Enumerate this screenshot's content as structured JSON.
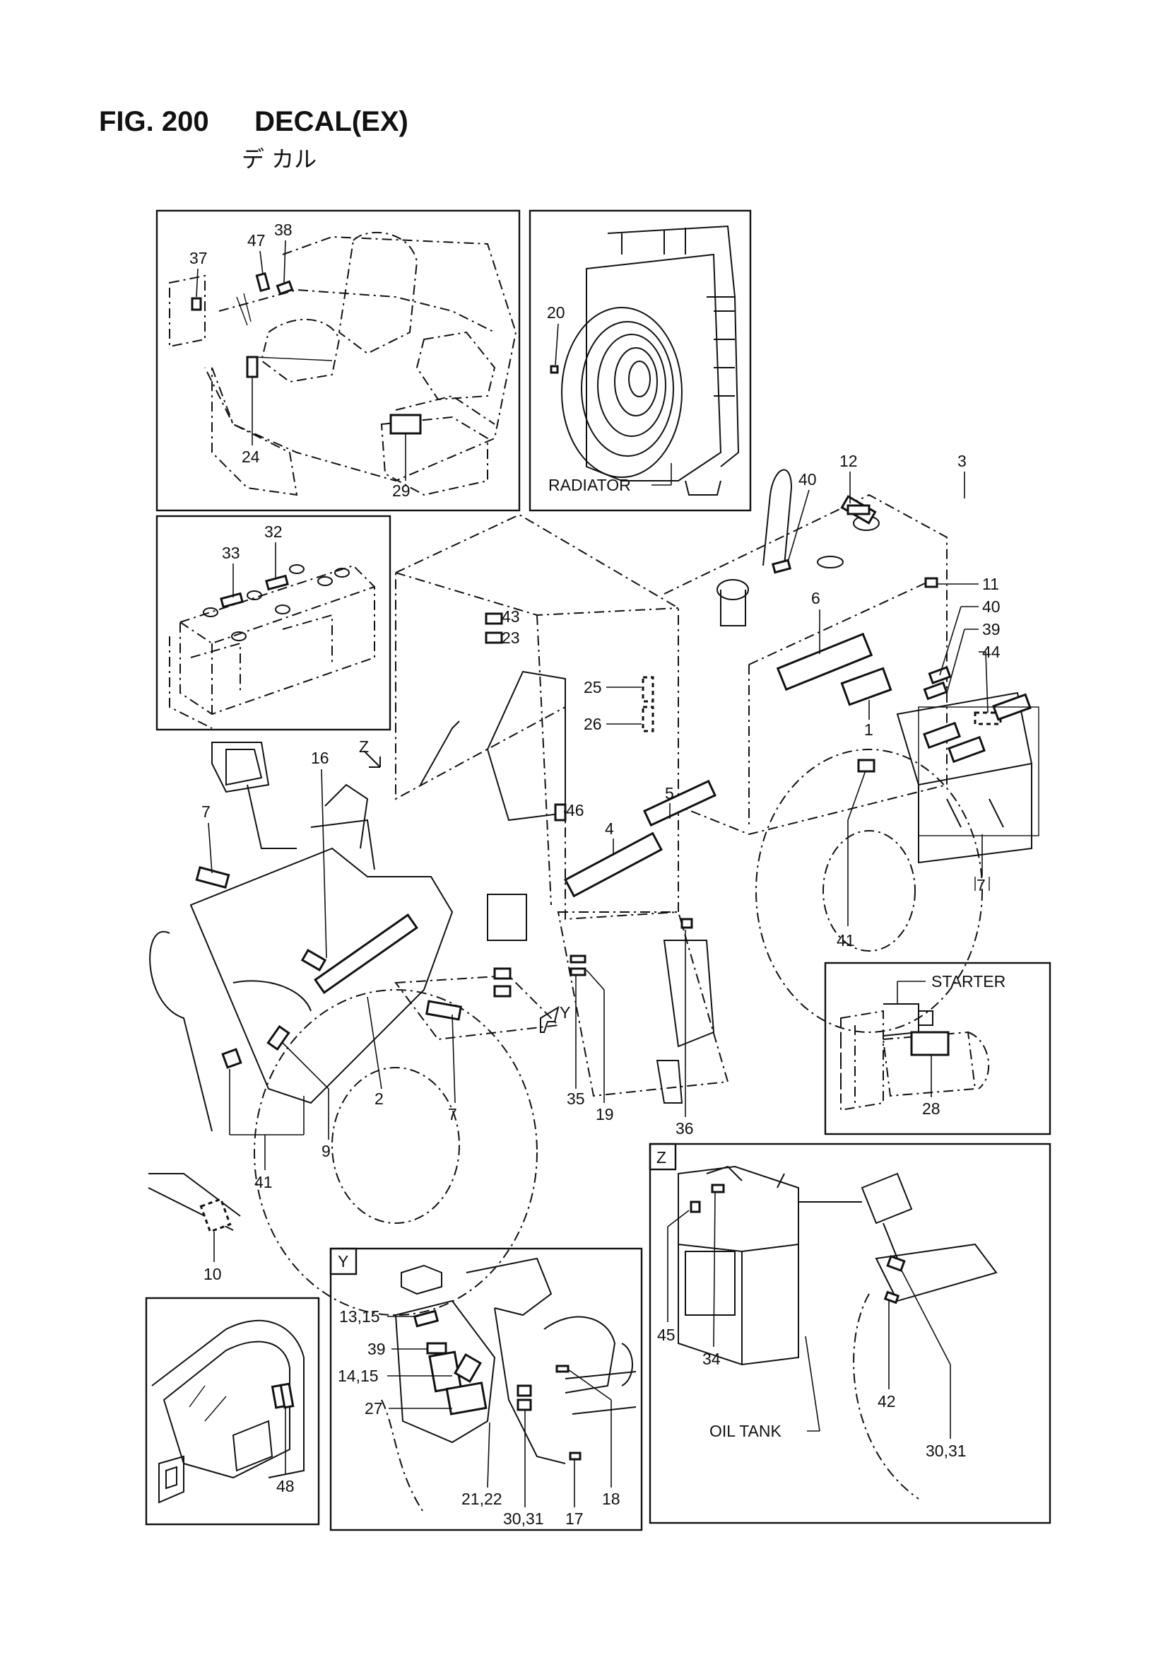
{
  "header": {
    "figure": "FIG. 200",
    "title": "DECAL(EX)",
    "title_jp": "デ カル"
  },
  "callouts": {
    "c1": "1",
    "c2": "2",
    "c3": "3",
    "c4": "4",
    "c5": "5",
    "c6": "6",
    "c7a": "7",
    "c7b": "7",
    "c7c": "7",
    "c9": "9",
    "c10": "10",
    "c11": "11",
    "c12": "12",
    "c16": "16",
    "c19": "19",
    "c20": "20",
    "c23": "23",
    "c24": "24",
    "c25": "25",
    "c26": "26",
    "c28": "28",
    "c29": "29",
    "c32": "32",
    "c33": "33",
    "c35": "35",
    "c36": "36",
    "c37": "37",
    "c38": "38",
    "c39": "39",
    "c40a": "40",
    "c40b": "40",
    "c41a": "41",
    "c41b": "41",
    "c43": "43",
    "c44": "44",
    "c46": "46",
    "c47": "47",
    "c48": "48",
    "z_arrow": "Z",
    "y_arrow": "Y"
  },
  "detail_y": {
    "tag": "Y",
    "c13_15": "13,15",
    "c39": "39",
    "c14_15": "14,15",
    "c27": "27",
    "c21_22": "21,22",
    "c30_31": "30,31",
    "c17": "17",
    "c18": "18"
  },
  "detail_z": {
    "tag": "Z",
    "c45": "45",
    "c34": "34",
    "c42": "42",
    "c30_31": "30,31",
    "oil_tank": "OIL TANK"
  },
  "labels": {
    "radiator": "RADIATOR",
    "starter": "STARTER"
  }
}
